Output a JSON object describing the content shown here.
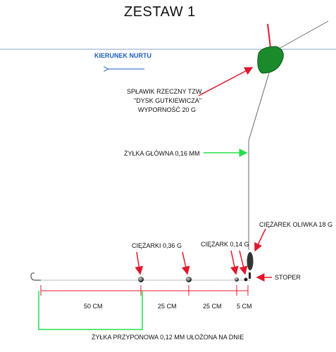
{
  "title": "ZESTAW 1",
  "current_direction": {
    "label": "KIERUNEK NURTU",
    "color": "#1f5fbf"
  },
  "float": {
    "line1": "SPŁAWIK RZECZNY TZW.",
    "line2": "\"DYSK GUTKIEWICZA\"",
    "line3": "WYPORNOŚĆ 20 G",
    "color": "#1a8a2a"
  },
  "main_line": {
    "label": "ŻYŁKA GŁÓWNA 0,16 MM"
  },
  "olive_weight": {
    "label": "CIĘŻAREK OLIWKA 18 G"
  },
  "weights_036": {
    "label": "CIĘŻARKI 0,36 G"
  },
  "weight_014": {
    "label": "CIĘŻARK 0,14 G"
  },
  "stopper": {
    "label": "STOPER"
  },
  "distances": {
    "d1": "50 CM",
    "d2": "25 CM",
    "d3": "25 CM",
    "d4": "5 CM"
  },
  "leader_line": {
    "label": "ŻYŁKA PRZYPONOWA 0,12 MM UŁOŻONA NA DNIE"
  },
  "colors": {
    "arrow_red": "#e0182c",
    "arrow_green": "#22e04a",
    "water": "#8aa0c8",
    "line": "#6a6a6a"
  },
  "icons": [
    "hook-icon",
    "float-icon",
    "olive-weight-icon",
    "split-shot-icon",
    "stopper-icon"
  ]
}
